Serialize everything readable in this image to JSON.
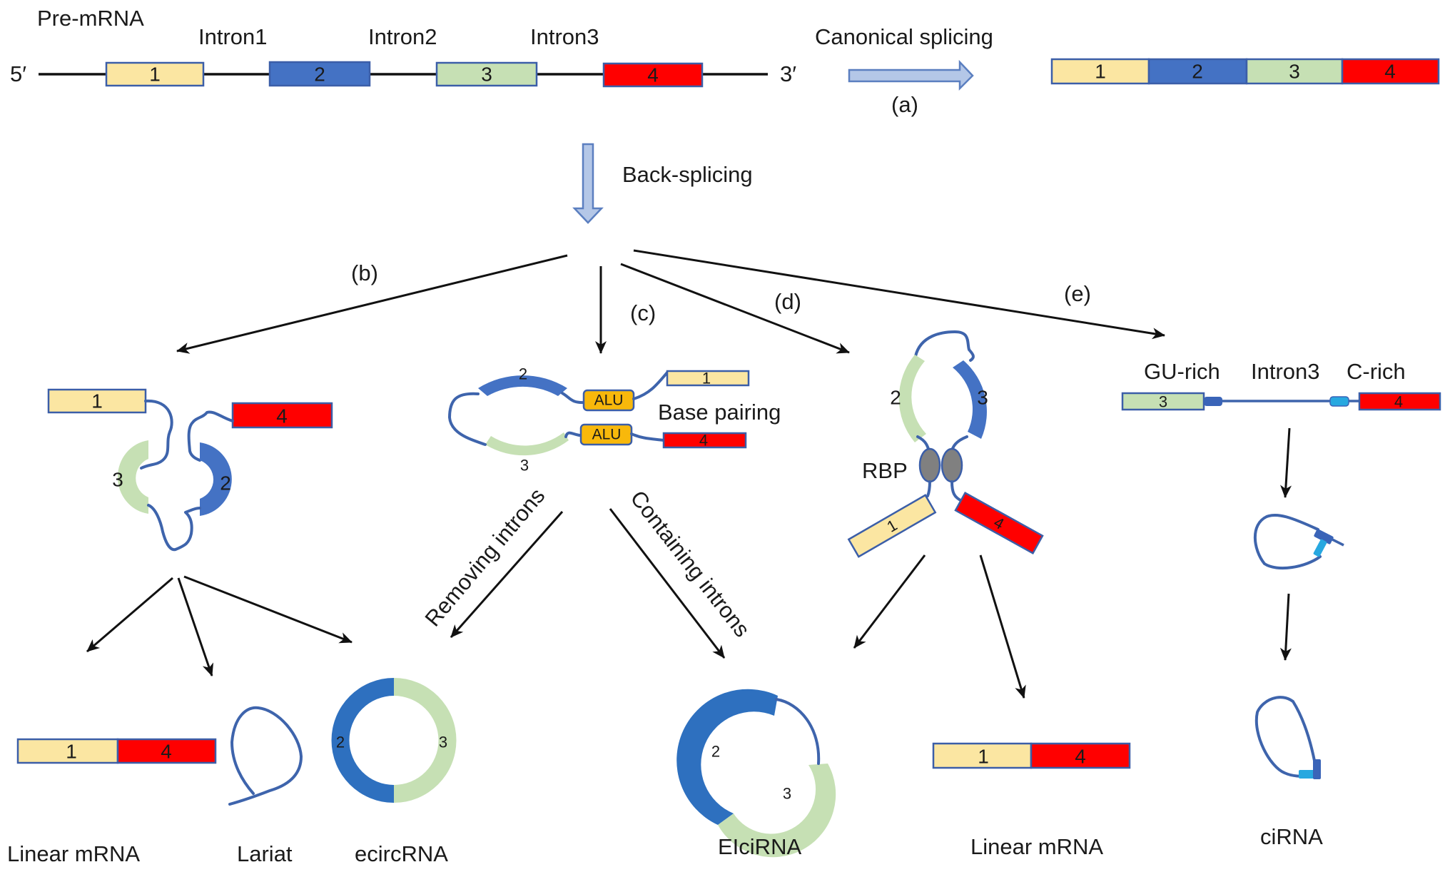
{
  "colors": {
    "exon1": "#fbe6a2",
    "exon2": "#4472c4",
    "exon3": "#c6e0b4",
    "exon4": "#ff0000",
    "alu": "#f8b80b",
    "rbp": "#808080",
    "wire": "#3e64ac",
    "gu_rich": "#3a64b8",
    "c_rich": "#27a8e0"
  },
  "pre_mrna": {
    "title": "Pre-mRNA",
    "five_prime": "5′",
    "three_prime": "3′",
    "introns": [
      "Intron1",
      "Intron2",
      "Intron3"
    ],
    "exons": [
      "1",
      "2",
      "3",
      "4"
    ]
  },
  "canonical": {
    "label": "Canonical splicing",
    "tag": "(a)",
    "result_exons": [
      "1",
      "2",
      "3",
      "4"
    ]
  },
  "back_splicing": {
    "label": "Back-splicing"
  },
  "branches": {
    "b": {
      "tag": "(b)",
      "exons": [
        "1",
        "3",
        "2",
        "4"
      ]
    },
    "c": {
      "tag": "(c)",
      "exons": [
        "2",
        "3",
        "1",
        "4"
      ],
      "alu": "ALU",
      "base_pairing": "Base pairing",
      "removing": "Removing introns",
      "containing": "Containing introns"
    },
    "d": {
      "tag": "(d)",
      "exons": [
        "2",
        "3",
        "1",
        "4"
      ],
      "rbp": "RBP"
    },
    "e": {
      "tag": "(e)",
      "gu_rich": "GU-rich",
      "intron": "Intron3",
      "c_rich": "C-rich",
      "exons": [
        "3",
        "4"
      ]
    }
  },
  "products": {
    "linear1": {
      "label": "Linear mRNA",
      "exons": [
        "1",
        "4"
      ]
    },
    "lariat": {
      "label": "Lariat"
    },
    "ecircrna": {
      "label": "ecircRNA",
      "exons": [
        "2",
        "3"
      ]
    },
    "elcirna": {
      "label": "EIciRNA",
      "exons": [
        "2",
        "3"
      ]
    },
    "linear2": {
      "label": "Linear mRNA",
      "exons": [
        "1",
        "4"
      ]
    },
    "cirna": {
      "label": "ciRNA"
    }
  }
}
